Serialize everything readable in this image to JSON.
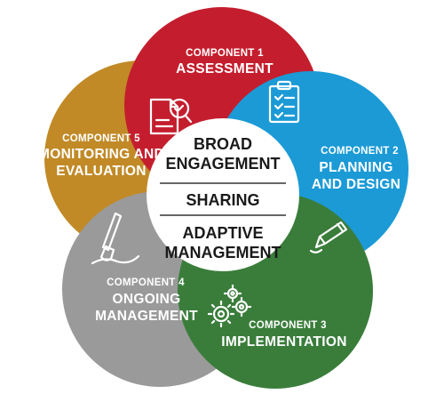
{
  "center": {
    "top": [
      "BROAD",
      "ENGAGEMENT"
    ],
    "middle": "SHARING",
    "bottom": [
      "ADAPTIVE",
      "MANAGEMENT"
    ]
  },
  "components": [
    {
      "key": "c1",
      "label": "COMPONENT 1",
      "title": [
        "ASSESSMENT"
      ],
      "color": "#c41e2e",
      "icon": "clipboard-checklist-icon"
    },
    {
      "key": "c2",
      "label": "COMPONENT 2",
      "title": [
        "PLANNING",
        "AND DESIGN"
      ],
      "color": "#1b9ad6",
      "icon": "pencil-icon"
    },
    {
      "key": "c3",
      "label": "COMPONENT 3",
      "title": [
        "IMPLEMENTATION"
      ],
      "color": "#3a7d3b",
      "icon": "gears-icon"
    },
    {
      "key": "c4",
      "label": "COMPONENT 4",
      "title": [
        "ONGOING",
        "MANAGEMENT"
      ],
      "color": "#9a9a9a",
      "icon": "shovel-icon"
    },
    {
      "key": "c5",
      "label": "COMPONENT 5",
      "title": [
        "MONITORING AND",
        "EVALUATION"
      ],
      "color": "#c18a27",
      "icon": "document-magnifier-icon"
    }
  ]
}
